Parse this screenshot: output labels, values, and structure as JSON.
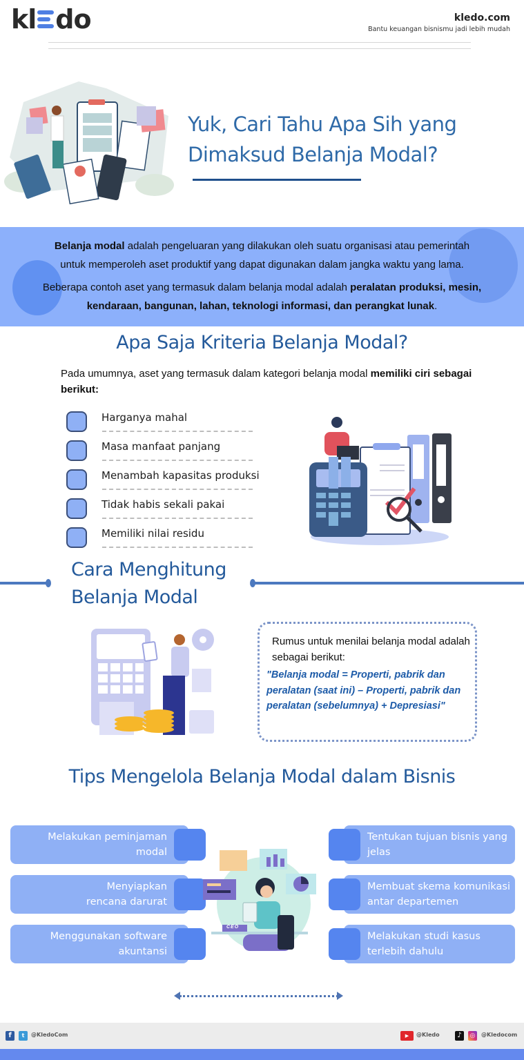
{
  "header": {
    "logo_prefix": "kl",
    "logo_suffix": "do",
    "site": "kledo.com",
    "tagline": "Bantu keuangan bisnismu jadi lebih mudah"
  },
  "hero": {
    "title_line1": "Yuk, Cari Tahu Apa Sih yang",
    "title_line2": "Dimaksud Belanja Modal?",
    "illustration": "business-documents-illustration"
  },
  "definition": {
    "p1_bold": "Belanja modal",
    "p1_rest_line1": " adalah pengeluaran yang dilakukan oleh suatu organisasi atau pemerintah",
    "p1_line2": "untuk memperoleh aset produktif yang dapat digunakan dalam jangka waktu yang lama.",
    "p2_lead": "Beberapa contoh aset yang termasuk dalam belanja modal adalah ",
    "p2_bold_line1": "peralatan produksi, mesin,",
    "p2_bold_line2": "kendaraan, bangunan, lahan, teknologi informasi, dan perangkat lunak",
    "p2_end": "."
  },
  "criteria": {
    "title": "Apa Saja Kriteria Belanja Modal?",
    "intro_plain": "Pada umumnya, aset yang termasuk dalam kategori belanja modal ",
    "intro_bold": "memiliki ciri sebagai berikut:",
    "items": [
      {
        "label": "Harganya mahal"
      },
      {
        "label": "Masa manfaat panjang"
      },
      {
        "label": "Menambah kapasitas produksi"
      },
      {
        "label": "Tidak habis sekali pakai"
      },
      {
        "label": "Memiliki nilai residu"
      }
    ],
    "illustration": "man-on-calculator-with-folders-illustration"
  },
  "calculation": {
    "title_line1": "Cara Menghitung",
    "title_line2": "Belanja Modal",
    "lead": "Rumus untuk menilai belanja modal adalah sebagai berikut:",
    "formula": "\"Belanja modal = Properti, pabrik dan peralatan (saat ini) – Properti, pabrik dan peralatan (sebelumnya) + Depresiasi\"",
    "illustration": "man-with-tablet-and-coins-illustration"
  },
  "tips": {
    "title": "Tips Mengelola Belanja Modal dalam Bisnis",
    "left": [
      {
        "label": "Melakukan peminjaman modal"
      },
      {
        "label": "Menyiapkan rencana darurat"
      },
      {
        "label": "Menggunakan software akuntansi"
      }
    ],
    "right": [
      {
        "label": "Tentukan tujuan bisnis yang jelas"
      },
      {
        "label": "Membuat skema komunikasi antar departemen"
      },
      {
        "label": "Melakukan studi kasus terlebih dahulu"
      }
    ],
    "illustration_badge": "CEO"
  },
  "footer": {
    "handle_left": "@KledoCom",
    "handle_youtube": "@Kledo",
    "handle_right": "@Kledocom",
    "icons": [
      "facebook-icon",
      "twitter-icon",
      "youtube-icon",
      "tiktok-icon",
      "instagram-icon"
    ]
  },
  "colors": {
    "title_blue": "#245a9b",
    "band_blue": "#8cb0fb",
    "card_blue": "#8fb0f5",
    "square_blue": "#5585ef",
    "line_blue": "#4c79bf",
    "footer_bar": "#6489ee"
  }
}
